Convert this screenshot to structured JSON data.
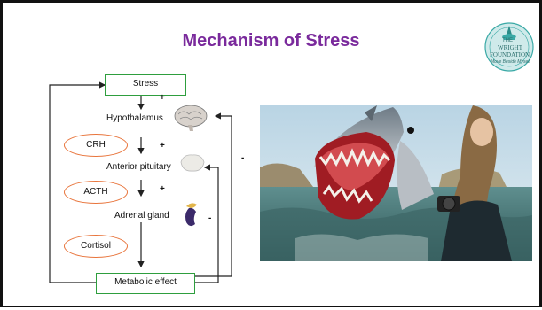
{
  "slide": {
    "title": "Mechanism of Stress"
  },
  "logo": {
    "line1": "THE",
    "line2": "WRIGHT",
    "line3": "FOUNDATION",
    "tagline": "Move Beside Myself"
  },
  "diagram": {
    "stress": "Stress",
    "hypothalamus": "Hypothalamus",
    "anterior_pituitary": "Anterior pituitary",
    "adrenal_gland": "Adrenal gland",
    "metabolic_effect": "Metabolic effect",
    "crh": "CRH",
    "acth": "ACTH",
    "cortisol": "Cortisol",
    "plus": "+",
    "minus": "-"
  },
  "colors": {
    "title": "#7a2a9c",
    "green_box": "#2e9e3e",
    "orange_oval": "#e8743b"
  }
}
